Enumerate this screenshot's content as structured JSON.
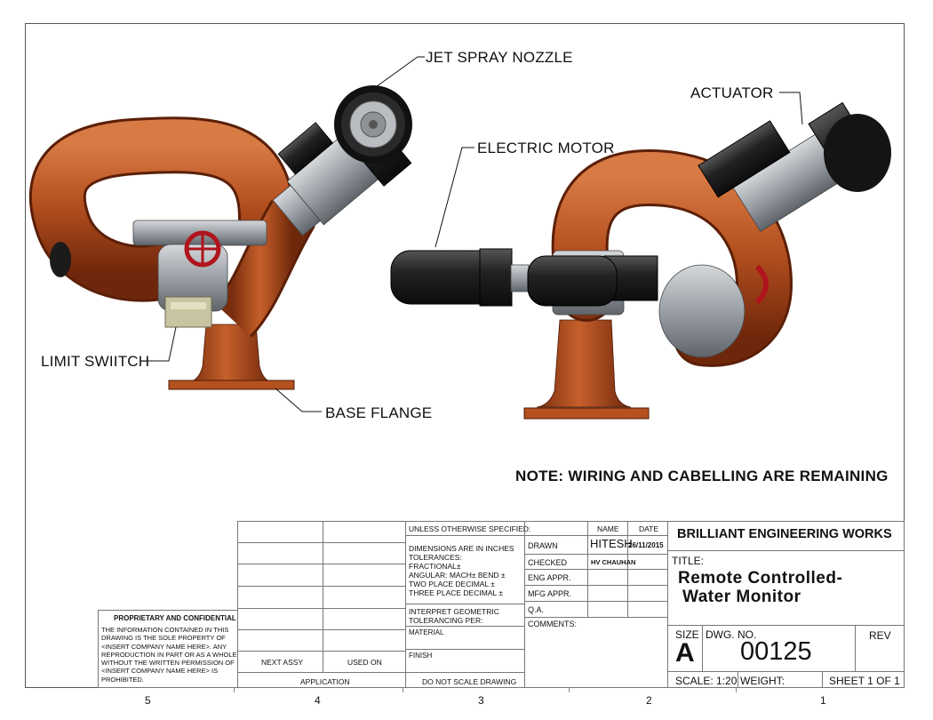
{
  "callouts": {
    "jet_spray_nozzle": "JET SPRAY NOZZLE",
    "actuator": "ACTUATOR",
    "electric_motor": "ELECTRIC MOTOR",
    "limit_switch": "LIMIT SWIITCH",
    "base_flange": "BASE FLANGE"
  },
  "note": "NOTE: WIRING AND CABELLING ARE REMAINING",
  "zones": [
    "5",
    "4",
    "3",
    "2",
    "1"
  ],
  "proprietary": {
    "heading": "PROPRIETARY AND CONFIDENTIAL",
    "lines": [
      "THE INFORMATION CONTAINED IN THIS",
      "DRAWING IS THE SOLE PROPERTY OF",
      "<INSERT COMPANY NAME HERE>.  ANY",
      "REPRODUCTION IN PART OR AS A WHOLE",
      "WITHOUT THE WRITTEN PERMISSION OF",
      "<INSERT COMPANY NAME HERE> IS",
      "PROHIBITED."
    ]
  },
  "assy": {
    "next_assy": "NEXT ASSY",
    "used_on": "USED ON",
    "application": "APPLICATION",
    "do_not_scale": "DO NOT SCALE DRAWING"
  },
  "spec": {
    "unless": "UNLESS OTHERWISE SPECIFIED:",
    "dims": "DIMENSIONS ARE IN INCHES",
    "tolerances": "TOLERANCES:",
    "fractional": "FRACTIONAL±",
    "angular": "ANGULAR: MACH±    BEND ±",
    "two_place": "TWO PLACE DECIMAL    ±",
    "three_place": "THREE PLACE DECIMAL  ±",
    "interpret": "INTERPRET GEOMETRIC",
    "tolerancing": "TOLERANCING PER:",
    "material": "MATERIAL",
    "finish": "FINISH"
  },
  "approvals": {
    "name_header": "NAME",
    "date_header": "DATE",
    "drawn": "DRAWN",
    "drawn_name": "HITESH",
    "drawn_date": "26/11/2015",
    "checked": "CHECKED",
    "checked_name": "HV CHAUHAN",
    "eng_appr": "ENG APPR.",
    "mfg_appr": "MFG APPR.",
    "qa": "Q.A.",
    "comments": "COMMENTS:"
  },
  "title_block": {
    "company": "BRILLIANT ENGINEERING WORKS",
    "title_label": "TITLE:",
    "title_line1": "Remote  Controlled-",
    "title_line2": "Water  Monitor",
    "size_label": "SIZE",
    "size": "A",
    "dwg_no_label": "DWG.  NO.",
    "dwg_no": "00125",
    "rev_label": "REV",
    "scale": "SCALE: 1:20",
    "weight": "WEIGHT:",
    "sheet": "SHEET 1 OF 1"
  },
  "colors": {
    "pipe": "#b5501f",
    "pipe_dark": "#7a2e0e",
    "steel": "#9aa0a6",
    "motor": "#222222",
    "valve": "#b0141c",
    "switch": "#c8c3a0"
  }
}
